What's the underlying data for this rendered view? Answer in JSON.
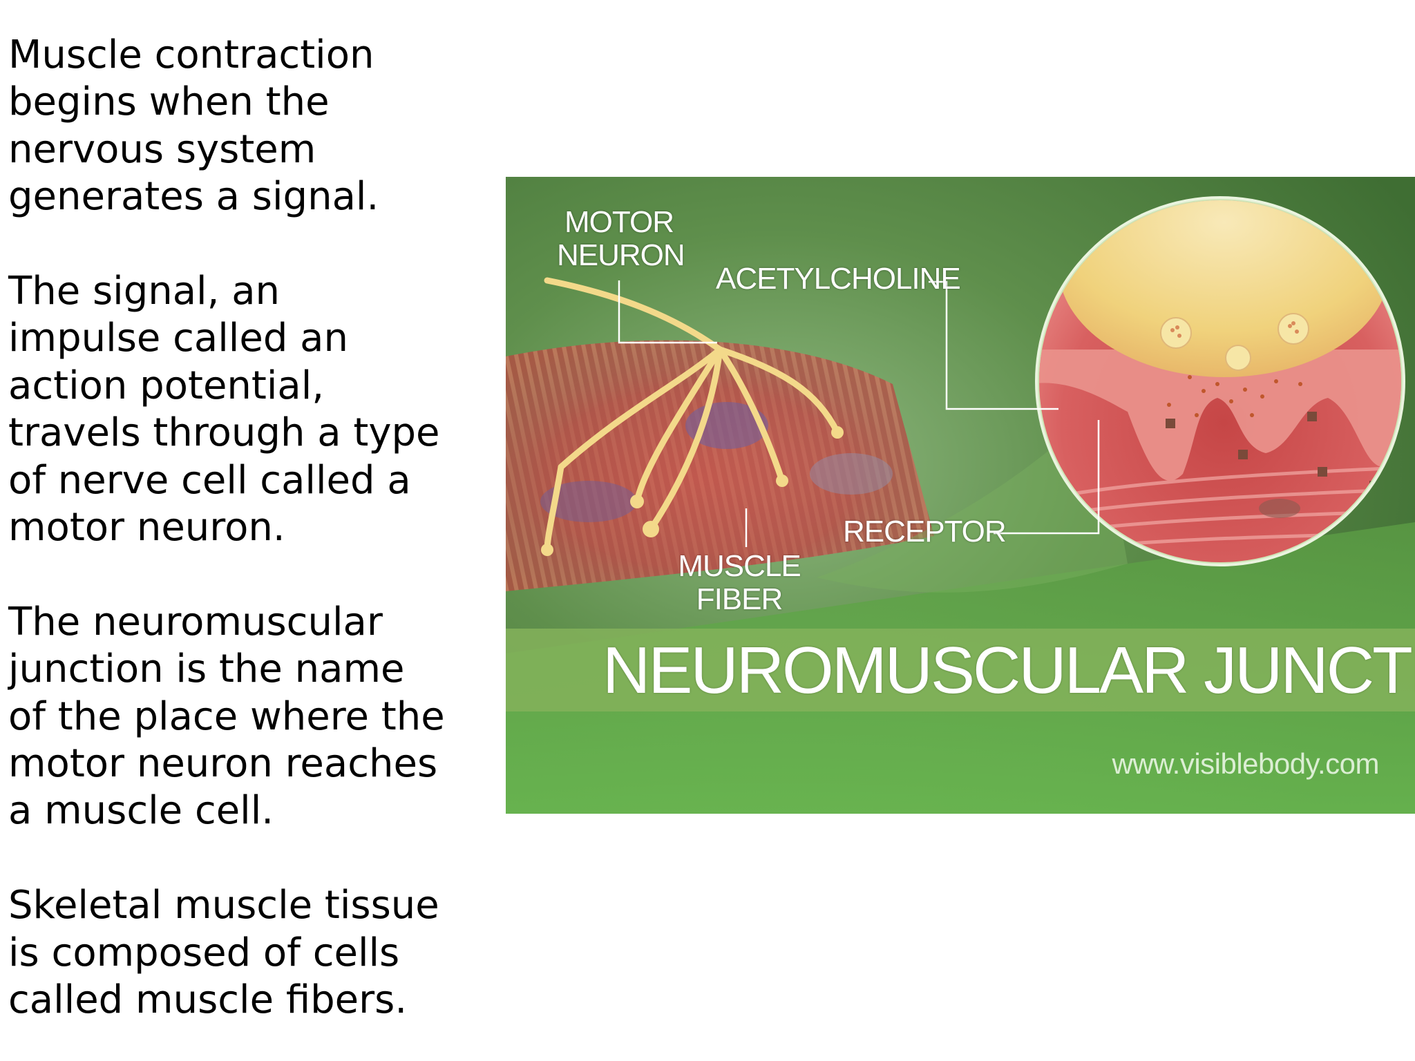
{
  "text_column": {
    "paragraphs": [
      "Muscle contraction\nbegins when the\nnervous system\ngenerates a signal.",
      " The signal, an\nimpulse called an\naction potential,\ntravels through a type\nof nerve cell called a\nmotor neuron.",
      "The neuromuscular\njunction is the name\nof the place where the\nmotor neuron reaches\na muscle cell.",
      "Skeletal muscle tissue\nis composed of cells\ncalled muscle fibers."
    ]
  },
  "figure": {
    "labels": {
      "motor_neuron": "MOTOR\nNEURON",
      "acetylcholine": "ACETYLCHOLINE",
      "receptor": "RECEPTOR",
      "muscle_fiber": "MUSCLE\nFIBER"
    },
    "title": "NEUROMUSCULAR JUNCTION",
    "credit": "www.visiblebody.com",
    "colors": {
      "background_green": "#4b7a3c",
      "banner_green": "#84b25a",
      "muscle_red": "#c8454a",
      "nerve_yellow": "#f3d98a",
      "vesicle_cream": "#f6e6a6"
    }
  }
}
